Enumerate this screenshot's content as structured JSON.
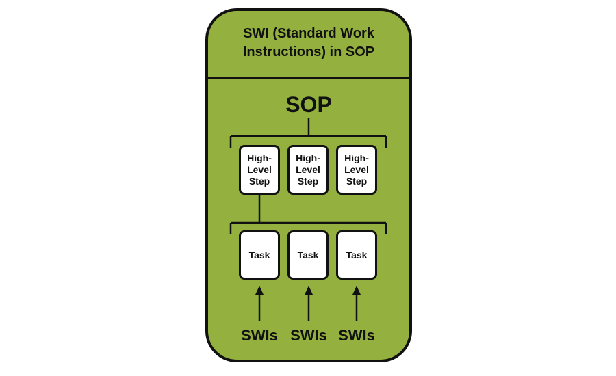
{
  "diagram": {
    "title_line1": "SWI (Standard Work",
    "title_line2": "Instructions) in SOP",
    "root_label": "SOP",
    "high_level_steps": [
      {
        "line1": "High-",
        "line2": "Level",
        "line3": "Step"
      },
      {
        "line1": "High-",
        "line2": "Level",
        "line3": "Step"
      },
      {
        "line1": "High-",
        "line2": "Level",
        "line3": "Step"
      }
    ],
    "tasks": [
      "Task",
      "Task",
      "Task"
    ],
    "swi_labels": [
      "SWIs",
      "SWIs",
      "SWIs"
    ],
    "colors": {
      "panel_fill": "#94b03e",
      "outline": "#111111",
      "box_fill": "#ffffff"
    }
  }
}
